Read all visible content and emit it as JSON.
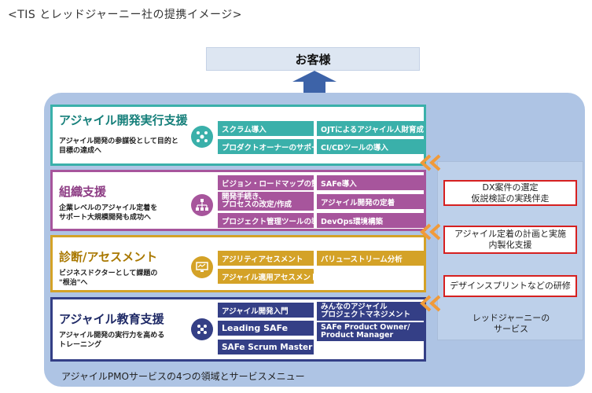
{
  "heading": "<TIS とレッドジャーニー社の提携イメージ>",
  "customer": "お客様",
  "pmo_caption": "アジャイルPMOサービスの4つの領域とサービスメニュー",
  "colors": {
    "teal": "#3ab0aa",
    "purple": "#a7559c",
    "gold": "#d4a227",
    "navy": "#343f86",
    "panel": "#aec4e4",
    "services_panel": "#bdd0ea",
    "service_border": "#d62020",
    "arrow": "#f09a3a"
  },
  "areas": [
    {
      "title": "アジャイル開発実行支援",
      "desc": [
        "アジャイル開発の参謀役として目的と",
        "目標の達成へ"
      ],
      "icon": "team-network-icon",
      "chips": [
        {
          "text": "スクラム導入"
        },
        {
          "text": "OJTによるアジャイル人財育成"
        },
        {
          "text": "プロダクトオーナーのサポート"
        },
        {
          "text": "CI/CDツールの導入"
        }
      ]
    },
    {
      "title": "組織支援",
      "desc": [
        "企業レベルのアジャイル定着を",
        "サポート大規模開発も成功へ"
      ],
      "icon": "org-hierarchy-icon",
      "chips": [
        {
          "text": "ビジョン・ロードマップの策定"
        },
        {
          "text": "SAFe導入"
        },
        {
          "text": [
            "開発手続き、",
            "プロセスの改定/作成"
          ]
        },
        {
          "text": "アジャイル開発の定着"
        },
        {
          "text": "プロジェクト管理ツールの導入"
        },
        {
          "text": "DevOps環境構築"
        }
      ]
    },
    {
      "title": "診断/アセスメント",
      "desc": [
        "ビジネスドクターとして課題の",
        "\"根治\"へ"
      ],
      "icon": "diagnosis-monitor-icon",
      "chips": [
        {
          "text": "アジリティアセスメント"
        },
        {
          "text": "バリューストリーム分析"
        },
        {
          "text": "アジャイル適用アセスメント"
        }
      ]
    },
    {
      "title": "アジャイル教育支援",
      "desc": [
        "アジャイル開発の実行力を高める",
        "トレーニング"
      ],
      "icon": "training-group-icon",
      "chips": [
        {
          "text": "アジャイル開発入門"
        },
        {
          "text": [
            "みんなのアジャイル",
            "プロジェクトマネジメント"
          ]
        },
        {
          "text": "Leading SAFe"
        },
        {
          "text": [
            "SAFe Product Owner/",
            "Product Manager"
          ]
        },
        {
          "text": "SAFe Scrum Master"
        }
      ]
    }
  ],
  "services": [
    [
      "DX案件の選定",
      "仮説検証の実践伴走"
    ],
    [
      "アジャイル定着の計画と実施",
      "内製化支援"
    ],
    [
      "デザインスプリントなどの研修"
    ]
  ],
  "services_caption": [
    "レッドジャーニーの",
    "サービス"
  ]
}
